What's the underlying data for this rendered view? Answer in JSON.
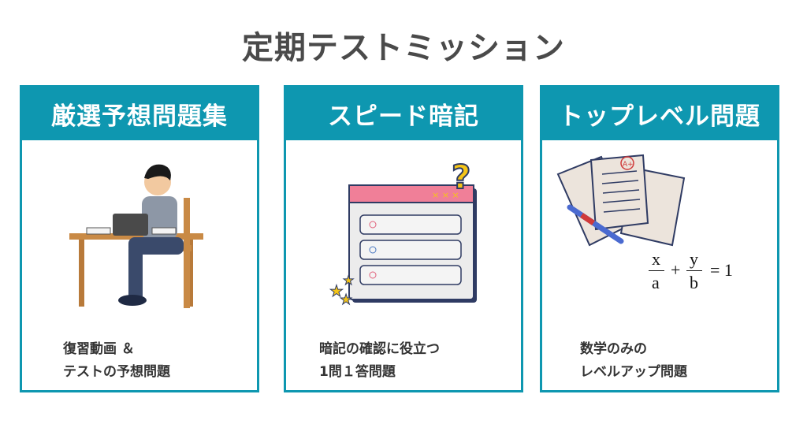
{
  "title": "定期テストミッション",
  "colors": {
    "accent": "#0e97b0",
    "title": "#4a4a4a"
  },
  "cards": [
    {
      "heading": "厳選予想問題集",
      "lines": [
        "復習動画 ＆",
        "テストの予想問題"
      ],
      "icon": "student-studying-illustration"
    },
    {
      "heading": "スピード暗記",
      "lines": [
        "暗記の確認に役立つ",
        "1問１答問題"
      ],
      "icon": "quiz-window-illustration"
    },
    {
      "heading": "トップレベル問題",
      "lines": [
        "数学のみの",
        "レベルアップ問題"
      ],
      "icon": "test-papers-illustration",
      "equation": {
        "x": "x",
        "a": "a",
        "plus": "+",
        "y": "y",
        "b": "b",
        "eq": "= 1",
        "grade": "A+"
      }
    }
  ]
}
